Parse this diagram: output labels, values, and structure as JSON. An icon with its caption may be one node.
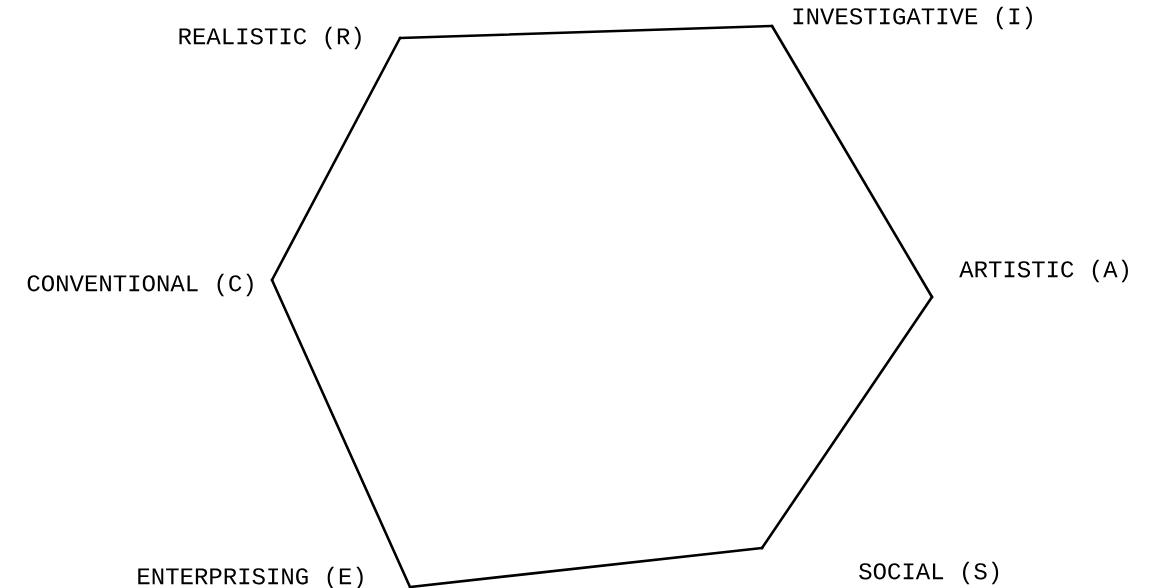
{
  "diagram": {
    "nodes": [
      {
        "text": [
          "REALISTIC (R)"
        ]
      },
      {
        "text": [
          "INVESTIGATIVE (I)"
        ]
      },
      {
        "text": [
          "ARTISTIC (A)"
        ]
      },
      {
        "text": [
          "SOCIAL (S)"
        ]
      },
      {
        "text": [
          "ENTERPRISING (E)"
        ]
      },
      {
        "text": [
          "CONVENTIONAL (C)"
        ]
      }
    ],
    "edges": [
      {
        "from": 0,
        "to": 1,
        "arrow": "none"
      },
      {
        "from": 1,
        "to": 2,
        "arrow": "none"
      },
      {
        "from": 2,
        "to": 3,
        "arrow": "none"
      },
      {
        "from": 3,
        "to": 4,
        "arrow": "none"
      },
      {
        "from": 4,
        "to": 5,
        "arrow": "none"
      },
      {
        "from": 5,
        "to": 0,
        "arrow": "none"
      }
    ]
  }
}
